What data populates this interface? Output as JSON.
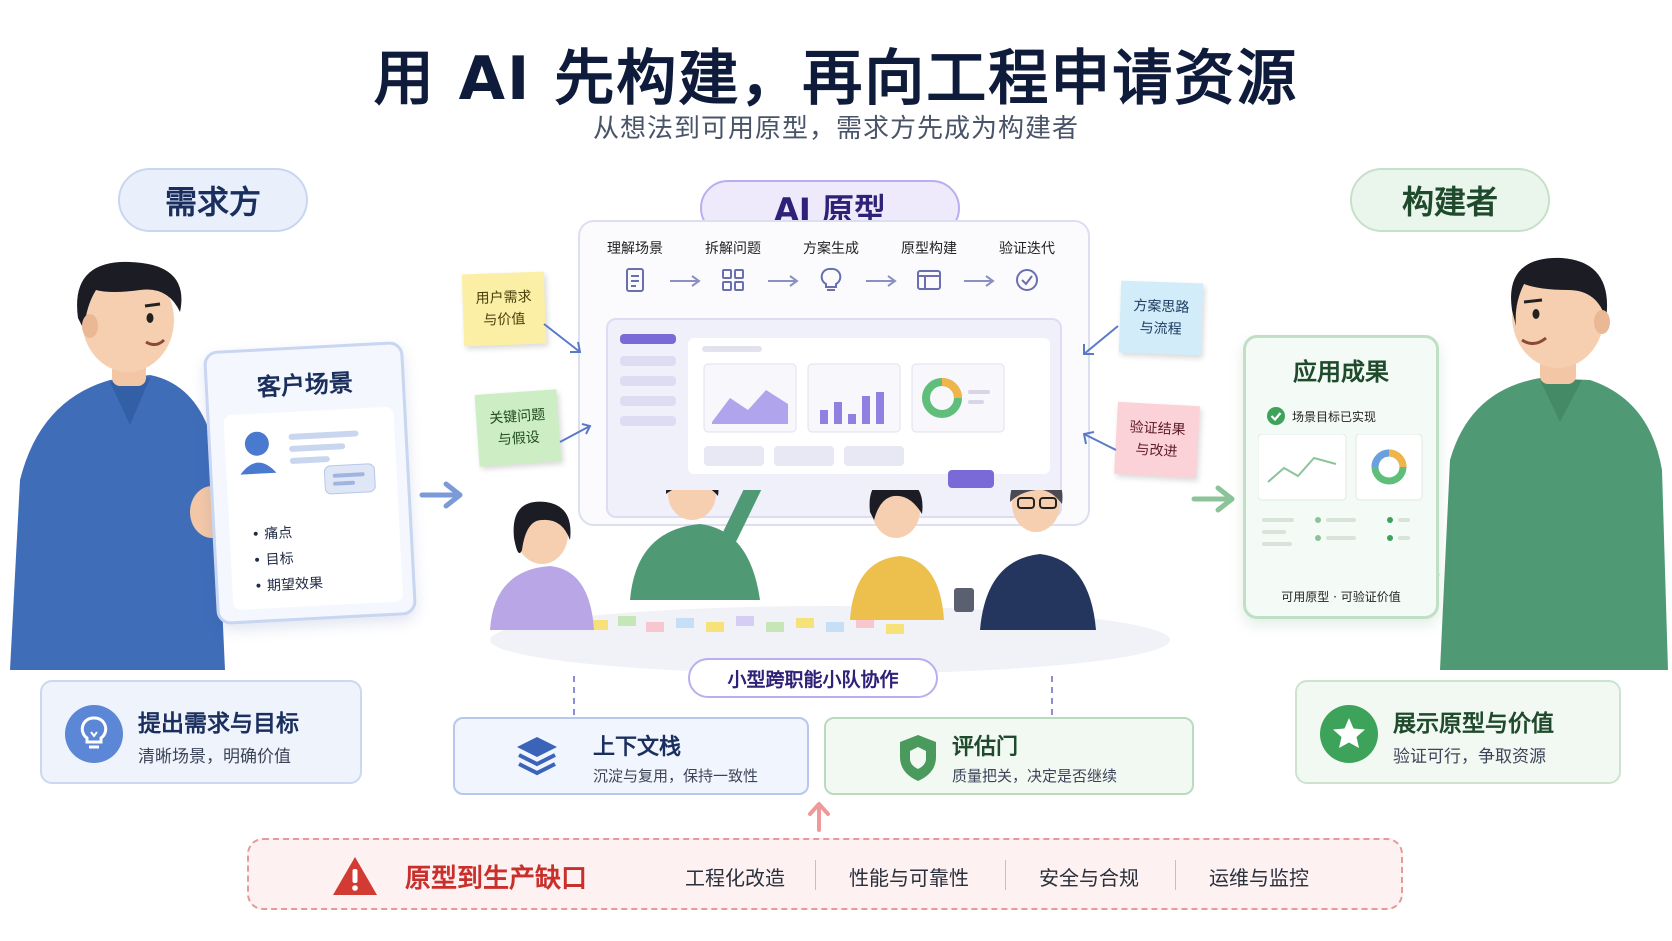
{
  "header": {
    "title": "用 AI 先构建，再向工程申请资源",
    "subtitle": "从想法到可用原型，需求方先成为构建者"
  },
  "roles": {
    "demand": "需求方",
    "builder": "构建者",
    "ai": "AI 原型"
  },
  "scenario_card": {
    "title": "客户场景",
    "bullets": [
      "痛点",
      "目标",
      "期望效果"
    ]
  },
  "process": {
    "steps": [
      {
        "label": "理解场景",
        "icon": "document-icon"
      },
      {
        "label": "拆解问题",
        "icon": "grid-icon"
      },
      {
        "label": "方案生成",
        "icon": "lightbulb-icon"
      },
      {
        "label": "原型构建",
        "icon": "layout-icon"
      },
      {
        "label": "验证迭代",
        "icon": "check-circle-icon"
      }
    ]
  },
  "sticky_notes": {
    "user_needs": "用户需求\n与价值",
    "key_questions": "关键问题\n与假设",
    "solution_flow": "方案思路\n与流程",
    "validation": "验证结果\n与改进"
  },
  "team": {
    "label": "小型跨职能小队协作"
  },
  "result_card": {
    "title": "应用成果",
    "check_text": "场景目标已实现",
    "footer": "可用原型 · 可验证价值"
  },
  "cards": {
    "demand": {
      "title": "提出需求与目标",
      "sub": "清晰场景，明确价值",
      "icon": "lightbulb-icon"
    },
    "context": {
      "title": "上下文栈",
      "sub": "沉淀与复用，保持一致性",
      "icon": "layers-icon"
    },
    "gate": {
      "title": "评估门",
      "sub": "质量把关，决定是否继续",
      "icon": "shield-icon"
    },
    "show": {
      "title": "展示原型与价值",
      "sub": "验证可行，争取资源",
      "icon": "star-icon"
    }
  },
  "gap": {
    "title": "原型到生产缺口",
    "icon": "warning-icon",
    "items": [
      "工程化改造",
      "性能与可靠性",
      "安全与合规",
      "运维与监控"
    ]
  },
  "colors": {
    "blue": "#3b63b8",
    "green": "#4a9a5e",
    "purple": "#7a6ad8",
    "red": "#d23a34"
  }
}
